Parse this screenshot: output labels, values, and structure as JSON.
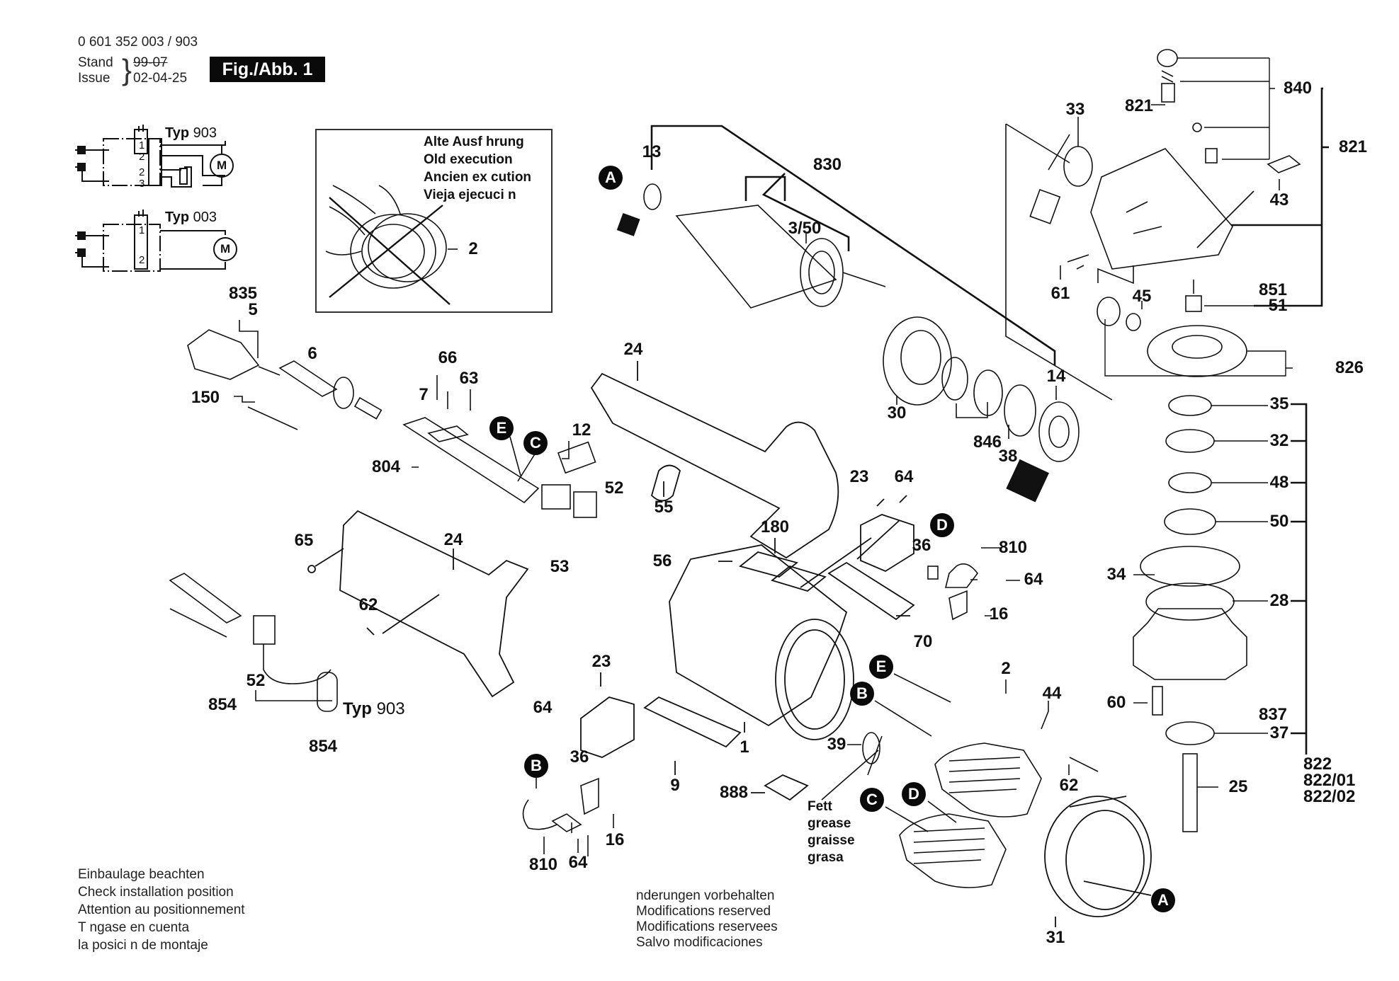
{
  "header": {
    "part_number": "0 601 352 003 / 903",
    "stand_label": "Stand",
    "issue_label": "Issue",
    "old_date": "99-07",
    "date": "02-04-25",
    "figure_label": "Fig./Abb. 1"
  },
  "wiring": {
    "typ903": {
      "label": "Typ",
      "value": "903",
      "terminals": [
        "1",
        "2",
        "2",
        "3"
      ],
      "motor": "M"
    },
    "typ003": {
      "label": "Typ",
      "value": "003",
      "terminals": [
        "1",
        "2"
      ],
      "motor": "M"
    }
  },
  "old_execution_box": {
    "lines": [
      "Alte Ausf hrung",
      "Old execution",
      "Ancien ex cution",
      "Vieja ejecuci n"
    ],
    "part": "2"
  },
  "callouts": [
    "A",
    "B",
    "C",
    "D",
    "E"
  ],
  "part_labels": {
    "p835": "835",
    "p5": "5",
    "p6": "6",
    "p150": "150",
    "p66": "66",
    "p63": "63",
    "p7": "7",
    "p804": "804",
    "p12": "12",
    "p24a": "24",
    "p52a": "52",
    "p55": "55",
    "p53": "53",
    "p65": "65",
    "p24b": "24",
    "p62a": "62",
    "p52b": "52",
    "p854a": "854",
    "p854b": "854",
    "p13": "13",
    "p830": "830",
    "p3_50": "3/50",
    "p30": "30",
    "p846": "846",
    "p38": "38",
    "p14": "14",
    "p33": "33",
    "p821a": "821",
    "p840": "840",
    "p821b": "821",
    "p43": "43",
    "p61": "61",
    "p45": "45",
    "p851": "851",
    "p51": "51",
    "p826": "826",
    "p35": "35",
    "p32": "32",
    "p48": "48",
    "p50": "50",
    "p34": "34",
    "p28": "28",
    "p60": "60",
    "p837": "837",
    "p37": "37",
    "p822": "822",
    "p822_01": "822/01",
    "p822_02": "822/02",
    "p25": "25",
    "p23a": "23",
    "p64a": "64",
    "p810a": "810",
    "p36a": "36",
    "p64b": "64",
    "p16a": "16",
    "p70": "70",
    "p180": "180",
    "p56": "56",
    "p2": "2",
    "p44": "44",
    "p39": "39",
    "p62b": "62",
    "p23b": "23",
    "p64c": "64",
    "p1": "1",
    "p9": "9",
    "p888": "888",
    "p36b": "36",
    "p16b": "16",
    "p810b": "810",
    "p64d": "64",
    "p31": "31"
  },
  "typ_cable": {
    "label": "Typ",
    "value": "903"
  },
  "grease_note": [
    "Fett",
    "grease",
    "graisse",
    "grasa"
  ],
  "install_note": [
    "Einbaulage beachten",
    "Check installation position",
    "Attention au positionnement",
    "T ngase en cuenta",
    "la posici n de montaje"
  ],
  "modifications_note": [
    " nderungen vorbehalten",
    "Modifications reserved",
    "Modifications reservees",
    "Salvo modificaciones"
  ]
}
